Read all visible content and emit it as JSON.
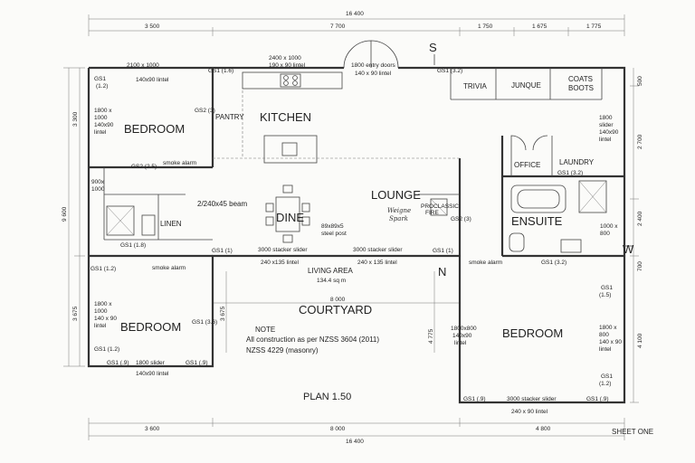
{
  "rooms": {
    "bedroom1": "BEDROOM",
    "kitchen": "KITCHEN",
    "pantry": "PANTRY",
    "trivia": "TRIVIA",
    "junque": "JUNQUE",
    "coats_boots": [
      "COATS",
      "BOOTS"
    ],
    "office": "OFFICE",
    "laundry": "LAUNDRY",
    "lounge": "LOUNGE",
    "dine": "DINE",
    "linen": "LINEN",
    "ensuite": "ENSUITE",
    "living_area": "LIVING AREA",
    "living_area_size": "134.4 sq m",
    "courtyard": "COURTYARD",
    "bedroom2": "BEDROOM",
    "bedroom3": "BEDROOM"
  },
  "compass": {
    "south": "S",
    "west": "W",
    "north": "N"
  },
  "overall_dims": {
    "top_total": "16 400",
    "top_segments": [
      "3 500",
      "7 700",
      "1 750",
      "1 675",
      "1 775"
    ],
    "bottom_total": "16 400",
    "bottom_segments": [
      "3 600",
      "8 000",
      "4 800"
    ],
    "left_total": "9 600",
    "left_segments": [
      "3 300",
      "3 675"
    ],
    "right_segments": [
      "500",
      "2 700",
      "2 400",
      "700",
      "4 100"
    ],
    "courtyard_width": "8 000",
    "courtyard_depth": "3 675",
    "center_depth": "4 775"
  },
  "labels": {
    "win_top_left": "2100 x 1000",
    "lintel_top_left": "140x90 lintel",
    "win_kitchen": "2400 x 1000",
    "lintel_kitchen": "190 x 90 lintel",
    "entry_doors": "1800 entry doors",
    "entry_lintel": "140 x 90 lintel",
    "gs1_16": "GS1 (1.6)",
    "gs1_32": "GS1 (3.2)",
    "gs1_12": "GS1",
    "gs1_12b": "(1.2)",
    "bed1_win": [
      "1800 x",
      "1000",
      "140x90",
      "lintel"
    ],
    "gs2_3": "GS2 (3)",
    "gs2_25": "GS2 (2.5)",
    "smoke_alarm_1": "smoke alarm",
    "win_900": [
      "900x",
      "1000"
    ],
    "beam": "2/240x45 beam",
    "gs1_18": "GS1 (1.8)",
    "gs1_1": "GS1 (1)",
    "stacker_1": "3000 stacker slider",
    "lintel_240a": "240 x135 lintel",
    "stacker_2": "3000 stacker slider",
    "lintel_240b": "240 x 135 lintel",
    "steel_post": [
      "89x89x5",
      "steel post"
    ],
    "gs1_1b": "GS1 (1)",
    "proclassic": [
      "PROCLASSIC",
      "FIRE"
    ],
    "handwriting": [
      "Weigne",
      "Spark"
    ],
    "gs2_3b": "GS2 (3)",
    "slider_right": [
      "1800",
      "slider",
      "140x90",
      "lintel"
    ],
    "gs1_32b": "GS1 (3.2)",
    "win_1000x800": [
      "1000 x",
      "800"
    ],
    "smoke_alarm_2": "smoke alarm",
    "gs1_32c": "GS1 (3.2)",
    "gs1_12c": "GS1 (1.2)",
    "smoke_alarm_3": "smoke alarm",
    "bed2_win": [
      "1800 x",
      "1000",
      "140 x 90",
      "lintel"
    ],
    "gs1_36": "GS1 (3.6)",
    "gs1_12d": "GS1 (1.2)",
    "gs1_9a": "GS1 (.9)",
    "slider_1800": "1800 slider",
    "gs1_9b": "GS1 (.9)",
    "lintel_140b": "140x90 lintel",
    "win_1800x800": [
      "1800x800",
      "140x90",
      "lintel"
    ],
    "gs1_15": [
      "GS1",
      "(1.5)"
    ],
    "bed3_win": [
      "1800 x",
      "800",
      "140 x 90",
      "lintel"
    ],
    "gs1_12e": [
      "GS1",
      "(1.2)"
    ],
    "gs1_9c": "GS1 (.9)",
    "stacker_3": "3000 stacker slider",
    "gs1_9d": "GS1 (.9)",
    "lintel_240c": "240 x 90 lintel"
  },
  "note": {
    "heading": "NOTE",
    "line1": "All construction as per NZSS 3604 (2011)",
    "line2": "NZSS 4229 (masonry)"
  },
  "plan_title": "PLAN 1.50",
  "sheet": "SHEET ONE"
}
